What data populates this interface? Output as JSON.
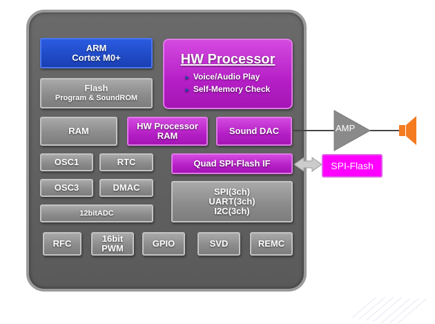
{
  "blocks": {
    "arm": [
      "ARM",
      "Cortex M0+"
    ],
    "flash": [
      "Flash",
      "Program & SoundROM"
    ],
    "hw_processor": {
      "title": "HW Processor",
      "features": [
        "Voice/Audio Play",
        "Self-Memory Check"
      ]
    },
    "ram": "RAM",
    "hw_processor_ram": [
      "HW Processor",
      "RAM"
    ],
    "sound_dac": "Sound DAC",
    "osc1": "OSC1",
    "rtc": "RTC",
    "quad_spi_flash_if": "Quad SPI-Flash IF",
    "osc3": "OSC3",
    "dmac": "DMAC",
    "serial": [
      "SPI(3ch)",
      "UART(3ch)",
      "I2C(3ch)"
    ],
    "adc": "12bitADC",
    "rfc": "RFC",
    "pwm": [
      "16bit",
      "PWM"
    ],
    "gpio": "GPIO",
    "svd": "SVD",
    "remc": "REMC"
  },
  "external": {
    "amp": "AMP",
    "spi_flash": "SPI-Flash"
  },
  "colors": {
    "accent_magenta": "#b51fc6",
    "spi_flash": "#ff00ff",
    "speaker": "#f47b20",
    "arm_blue": "#1a3fb4"
  }
}
